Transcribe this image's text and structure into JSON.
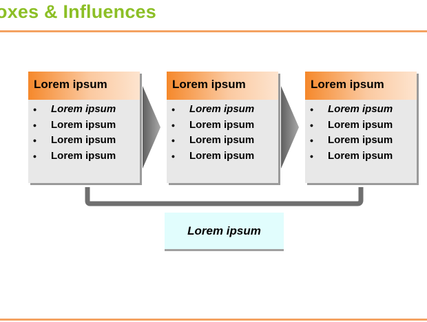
{
  "header": {
    "title": "oxes & Influences"
  },
  "boxes": [
    {
      "title": "Lorem ipsum",
      "items": [
        "Lorem ipsum",
        "Lorem ipsum",
        "Lorem ipsum",
        "Lorem ipsum"
      ]
    },
    {
      "title": "Lorem ipsum",
      "items": [
        "Lorem ipsum",
        "Lorem ipsum",
        "Lorem ipsum",
        "Lorem ipsum"
      ]
    },
    {
      "title": "Lorem ipsum",
      "items": [
        "Lorem ipsum",
        "Lorem ipsum",
        "Lorem ipsum",
        "Lorem ipsum"
      ]
    }
  ],
  "result": {
    "label": "Lorem ipsum"
  },
  "colors": {
    "title": "#8cbf26",
    "rule": "#f4a261",
    "header_gradient_start": "#f5882b",
    "box_body": "#e8e8e8",
    "result_box": "#e1fdfd",
    "arrow": "#7f7f7f"
  }
}
